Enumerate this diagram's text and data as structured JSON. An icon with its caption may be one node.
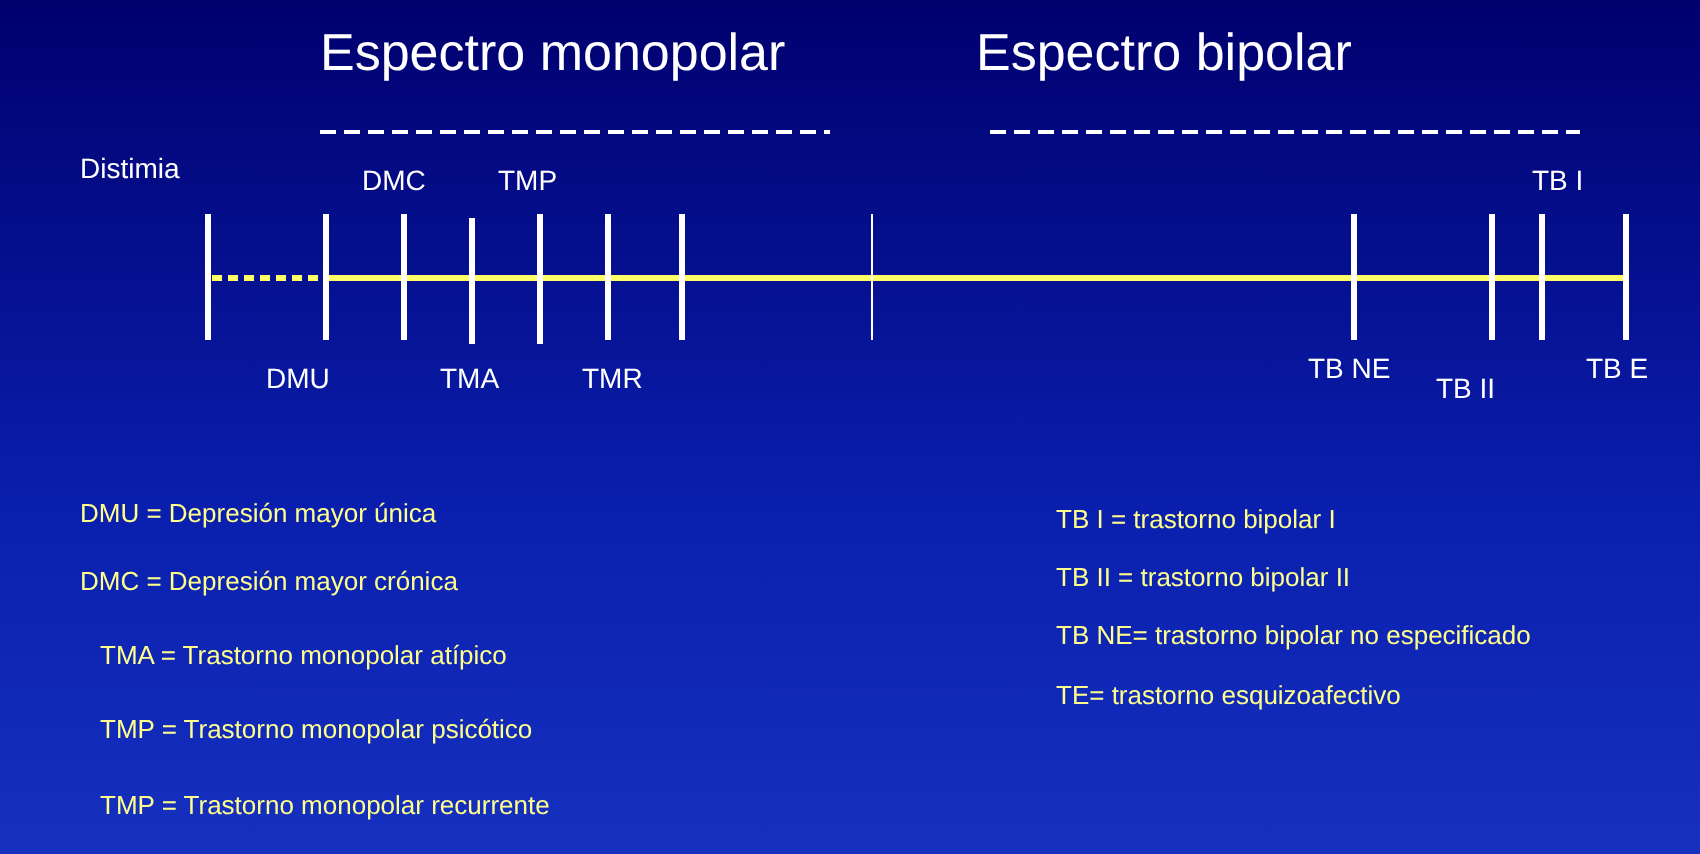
{
  "diagram": {
    "labels": [
      "Espectro monopolar",
      "Espectro bipolar",
      "Distimia",
      "DMC",
      "TMP",
      "TB I",
      "DMU",
      "TMA",
      "TMR",
      "TB NE",
      "TB E",
      "TB II",
      "DMU = Depresión mayor única",
      "DMC = Depresión mayor crónica",
      "TMA = Trastorno monopolar atípico",
      "TMP = Trastorno monopolar psicótico",
      "TMP = Trastorno monopolar recurrente",
      "TB I = trastorno bipolar I",
      "TB II = trastorno bipolar II",
      "TB NE= trastorno bipolar no especificado",
      "TE= trastorno esquizoafectivo"
    ]
  }
}
